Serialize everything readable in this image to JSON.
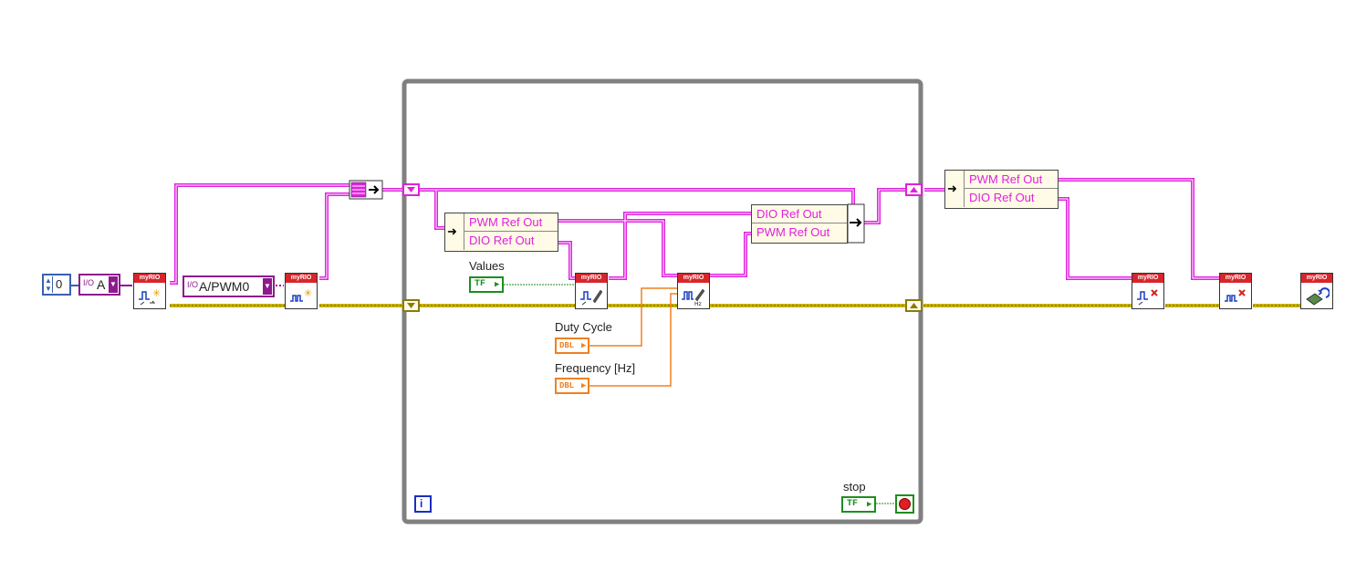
{
  "loop": {
    "iteration_label": "i",
    "stop_label": "stop"
  },
  "controls": {
    "numeric_value": "0",
    "resource_a": "A",
    "channel_pwm": "A/PWM0",
    "values_label": "Values",
    "duty_cycle_label": "Duty Cycle",
    "frequency_label": "Frequency [Hz]",
    "bool_glyph": "TF",
    "dbl_glyph": "DBL"
  },
  "bundles": {
    "unbundle_in_loop": [
      "PWM Ref Out",
      "DIO Ref Out"
    ],
    "bundle_in_loop": [
      "DIO Ref Out",
      "PWM Ref Out"
    ],
    "unbundle_after_loop": [
      "PWM Ref Out",
      "DIO Ref Out"
    ]
  },
  "vi_header": "myRIO",
  "colors": {
    "refnum_wire": "#e020e0",
    "error_wire": "#c8b400",
    "bool_wire": "#1e8e1e",
    "dbl_wire": "#f08020",
    "loop_border": "#808080",
    "vi_header": "#d6262b"
  }
}
